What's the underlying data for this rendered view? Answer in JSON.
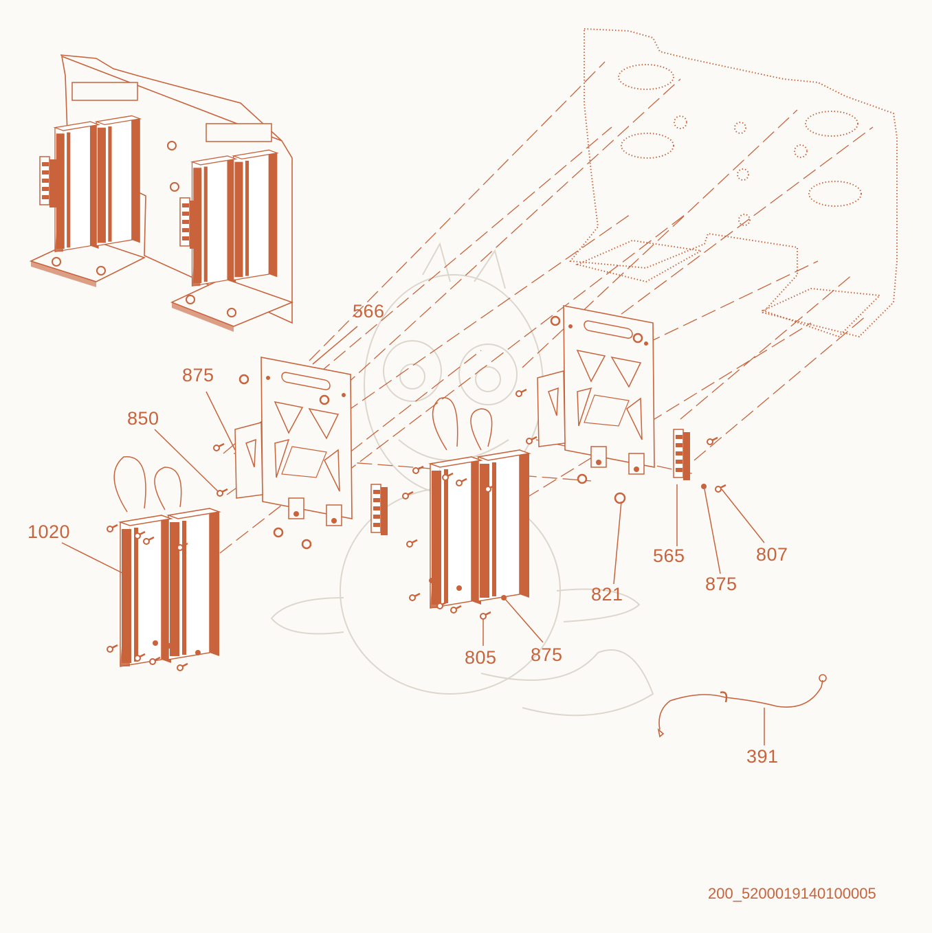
{
  "colors": {
    "accent": "#c8633b",
    "background": "#fbfaf7",
    "watermark": "#ddd6cc"
  },
  "callouts": [
    {
      "id": "566",
      "text": "566"
    },
    {
      "id": "875a",
      "text": "875"
    },
    {
      "id": "850",
      "text": "850"
    },
    {
      "id": "1020",
      "text": "1020"
    },
    {
      "id": "565",
      "text": "565"
    },
    {
      "id": "807",
      "text": "807"
    },
    {
      "id": "875b",
      "text": "875"
    },
    {
      "id": "821",
      "text": "821"
    },
    {
      "id": "805",
      "text": "805"
    },
    {
      "id": "875c",
      "text": "875"
    },
    {
      "id": "391",
      "text": "391"
    }
  ],
  "document_id": "200_5200019140100005"
}
